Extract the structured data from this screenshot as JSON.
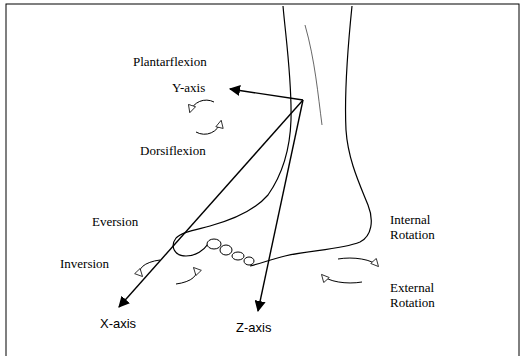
{
  "diagram": {
    "labels": [
      "Plantarflexion",
      "Y-axis",
      "Dorsiflexion",
      "Eversion",
      "Internal Rotation",
      "Inversion",
      "External Rotation",
      "X-axis",
      "Z-axis"
    ]
  }
}
